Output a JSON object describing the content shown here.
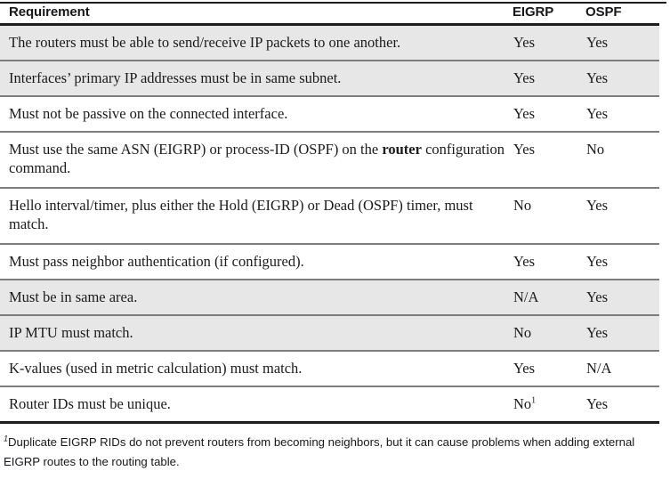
{
  "table": {
    "columns": [
      {
        "key": "requirement",
        "label": "Requirement"
      },
      {
        "key": "eigrp",
        "label": "EIGRP"
      },
      {
        "key": "ospf",
        "label": "OSPF"
      }
    ],
    "rows": [
      {
        "requirement": "The routers must be able to send/receive IP packets to one another.",
        "eigrp": "Yes",
        "ospf": "Yes",
        "shaded": true,
        "tall": false
      },
      {
        "requirement": "Interfaces’ primary IP addresses must be in same subnet.",
        "eigrp": "Yes",
        "ospf": "Yes",
        "shaded": true,
        "tall": false
      },
      {
        "requirement": "Must not be passive on the connected interface.",
        "eigrp": "Yes",
        "ospf": "Yes",
        "shaded": false,
        "tall": false
      },
      {
        "requirement_pre": "Must use the same ASN (EIGRP) or process-ID (OSPF) on the ",
        "requirement_bold": "router",
        "requirement_post": " configuration command.",
        "requirement": "Must use the same ASN (EIGRP) or process-ID (OSPF) on the router configuration command.",
        "eigrp": "Yes",
        "ospf": "No",
        "shaded": false,
        "tall": true
      },
      {
        "requirement": "Hello interval/timer, plus either the Hold (EIGRP) or Dead (OSPF) timer, must match.",
        "eigrp": "No",
        "ospf": "Yes",
        "shaded": false,
        "tall": true
      },
      {
        "requirement": "Must pass neighbor authentication (if configured).",
        "eigrp": "Yes",
        "ospf": "Yes",
        "shaded": false,
        "tall": false
      },
      {
        "requirement": "Must be in same area.",
        "eigrp": "N/A",
        "ospf": "Yes",
        "shaded": true,
        "tall": false
      },
      {
        "requirement": "IP MTU must match.",
        "eigrp": "No",
        "ospf": "Yes",
        "shaded": true,
        "tall": false
      },
      {
        "requirement": "K-values (used in metric calculation) must match.",
        "eigrp": "Yes",
        "ospf": "N/A",
        "shaded": false,
        "tall": false
      },
      {
        "requirement": "Router IDs must be unique.",
        "eigrp": "No",
        "eigrp_footnote_marker": "1",
        "ospf": "Yes",
        "shaded": false,
        "tall": false
      }
    ]
  },
  "footnote": {
    "marker": "1",
    "text": "Duplicate EIGRP RIDs do not prevent routers from becoming neighbors, but it can cause problems when adding external EIGRP routes to the routing table."
  },
  "colors": {
    "shaded_row": "#e7e7e7",
    "rule_dark": "#1c1c1c",
    "rule_light": "#7d7d7d",
    "text": "#1b1b1b",
    "background": "#ffffff"
  }
}
